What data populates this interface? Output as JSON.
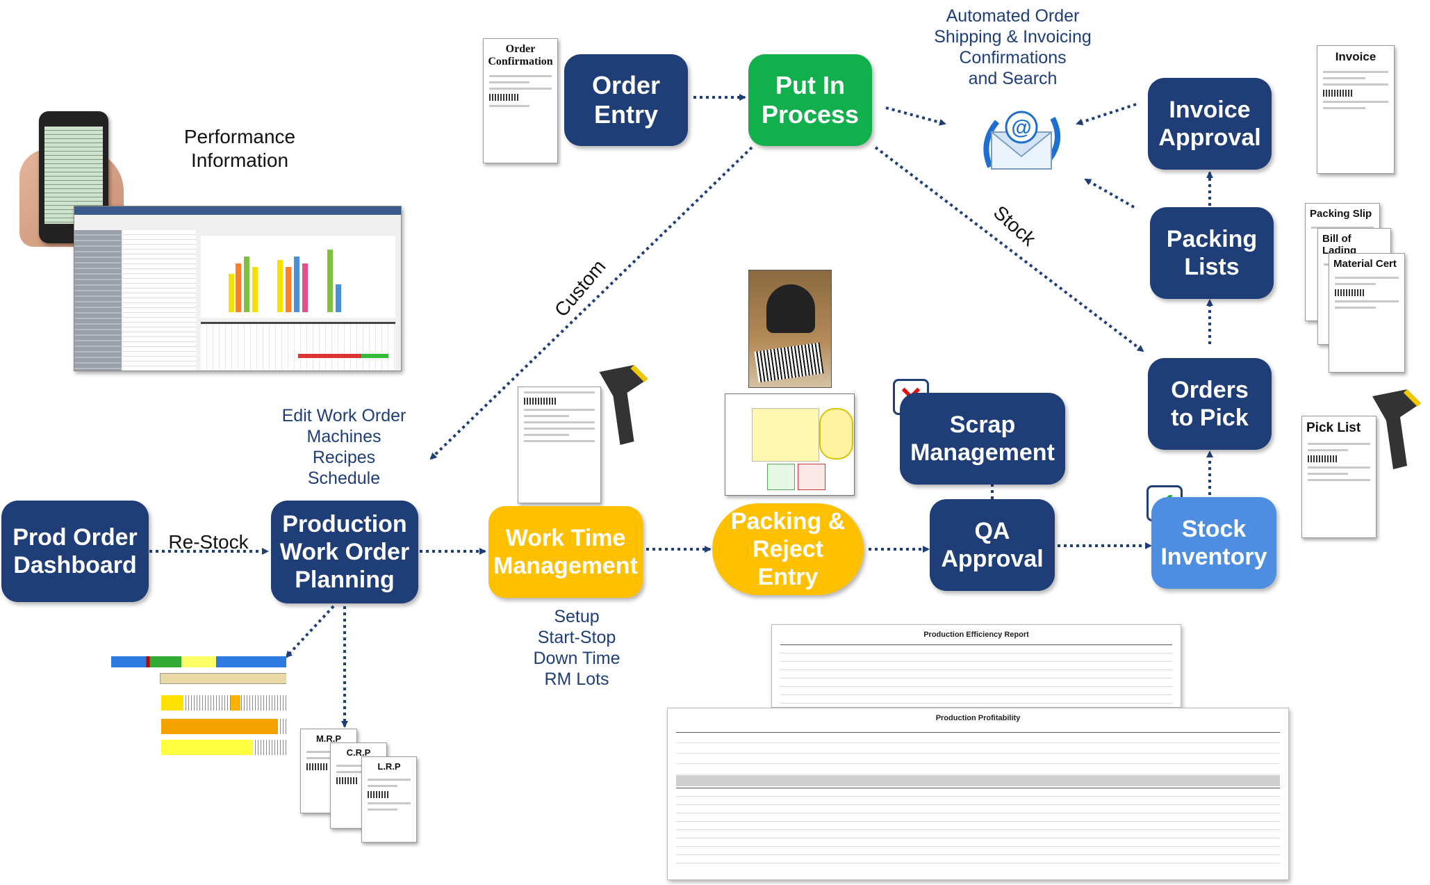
{
  "nodes": {
    "order_entry": "Order\nEntry",
    "put_in_process": "Put In\nProcess",
    "invoice_approval": "Invoice\nApproval",
    "packing_lists": "Packing\nLists",
    "orders_to_pick": "Orders\nto Pick",
    "stock_inventory": "Stock\nInventory",
    "scrap_management": "Scrap\nManagement",
    "qa_approval": "QA\nApproval",
    "packing_reject_entry": "Packing &\nReject\nEntry",
    "work_time_management": "Work Time\nManagement",
    "production_work_order_planning": "Production\nWork Order\nPlanning",
    "prod_order_dashboard": "Prod Order\nDashboard"
  },
  "labels": {
    "automated": "Automated Order\nShipping & Invoicing\nConfirmations\nand Search",
    "performance": "Performance\nInformation",
    "edit_work_order": "Edit Work Order\nMachines\nRecipes\nSchedule",
    "setup": "Setup\nStart-Stop\nDown Time\nRM Lots",
    "re_stock": "Re-Stock",
    "custom": "Custom",
    "stock": "Stock"
  },
  "docs": {
    "order_confirmation": "Order\nConfirmation",
    "invoice": "Invoice",
    "packing_slip": "Packing Slip",
    "bill_of_lading": "Bill of Lading",
    "material_cert": "Material Cert",
    "pick_list": "Pick List",
    "mrp": "M.R.P",
    "crp": "C.R.P",
    "lrp": "L.R.P"
  },
  "reports": {
    "efficiency_title": "Production Efficiency Report",
    "profitability_title": "Production Profitability"
  },
  "icons": {
    "email": "email-icon",
    "check": "check-icon",
    "cross": "cross-icon",
    "scanner": "barcode-scanner-icon",
    "phone": "smartphone-icon"
  },
  "colors": {
    "navy": "#1f3e78",
    "green": "#11b04d",
    "gold": "#ffc000",
    "light_blue": "#4d8ee0",
    "arrow": "#1f3e78"
  }
}
